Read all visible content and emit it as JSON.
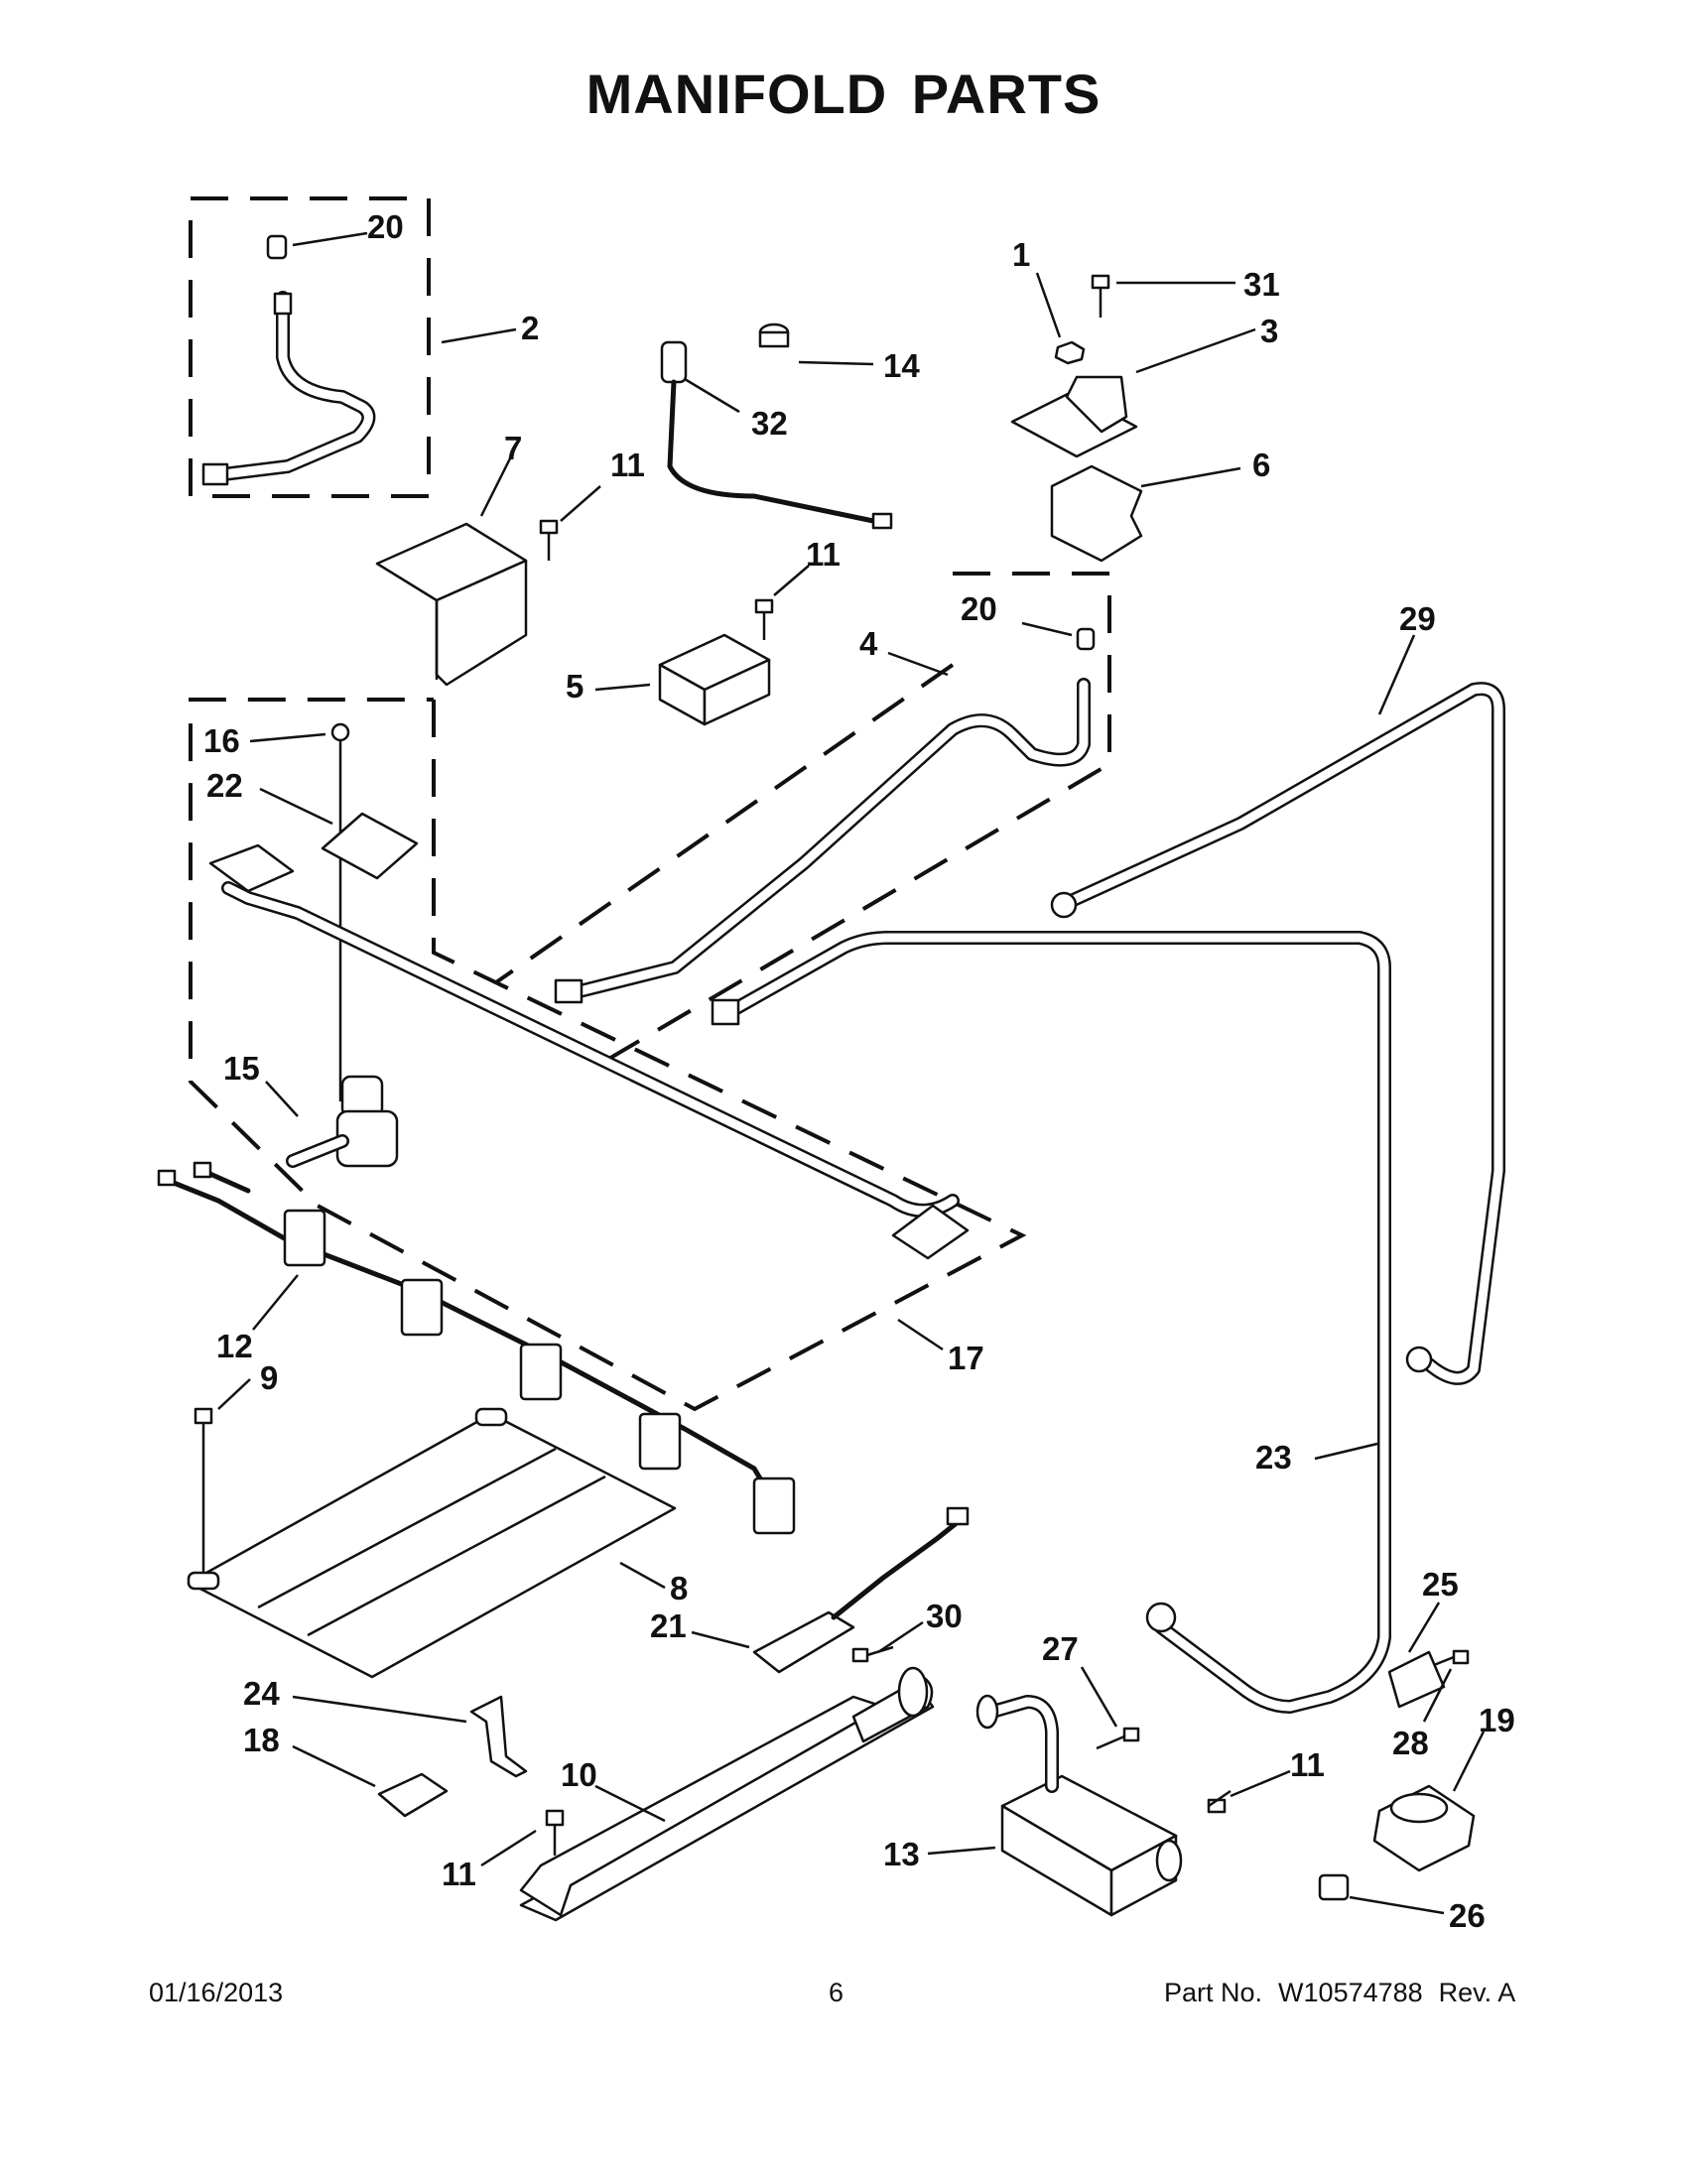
{
  "title": "MANIFOLD PARTS",
  "footer": {
    "date": "01/16/2013",
    "page": "6",
    "part_label": "Part No.",
    "part_number": "W10574788",
    "revision": "Rev.  A"
  },
  "callouts": [
    {
      "id": "c20a",
      "label": "20"
    },
    {
      "id": "c2",
      "label": "2"
    },
    {
      "id": "c1",
      "label": "1"
    },
    {
      "id": "c31",
      "label": "31"
    },
    {
      "id": "c3",
      "label": "3"
    },
    {
      "id": "c14",
      "label": "14"
    },
    {
      "id": "c32",
      "label": "32"
    },
    {
      "id": "c6",
      "label": "6"
    },
    {
      "id": "c7",
      "label": "7"
    },
    {
      "id": "c11a",
      "label": "11"
    },
    {
      "id": "c11b",
      "label": "11"
    },
    {
      "id": "c20b",
      "label": "20"
    },
    {
      "id": "c4",
      "label": "4"
    },
    {
      "id": "c29",
      "label": "29"
    },
    {
      "id": "c5",
      "label": "5"
    },
    {
      "id": "c16",
      "label": "16"
    },
    {
      "id": "c22",
      "label": "22"
    },
    {
      "id": "c15",
      "label": "15"
    },
    {
      "id": "c12",
      "label": "12"
    },
    {
      "id": "c17",
      "label": "17"
    },
    {
      "id": "c9",
      "label": "9"
    },
    {
      "id": "c23",
      "label": "23"
    },
    {
      "id": "c8",
      "label": "8"
    },
    {
      "id": "c25",
      "label": "25"
    },
    {
      "id": "c21",
      "label": "21"
    },
    {
      "id": "c30",
      "label": "30"
    },
    {
      "id": "c27",
      "label": "27"
    },
    {
      "id": "c19",
      "label": "19"
    },
    {
      "id": "c24",
      "label": "24"
    },
    {
      "id": "c28",
      "label": "28"
    },
    {
      "id": "c18",
      "label": "18"
    },
    {
      "id": "c10",
      "label": "10"
    },
    {
      "id": "c11c",
      "label": "11"
    },
    {
      "id": "c13",
      "label": "13"
    },
    {
      "id": "c11d",
      "label": "11"
    },
    {
      "id": "c26",
      "label": "26"
    }
  ]
}
